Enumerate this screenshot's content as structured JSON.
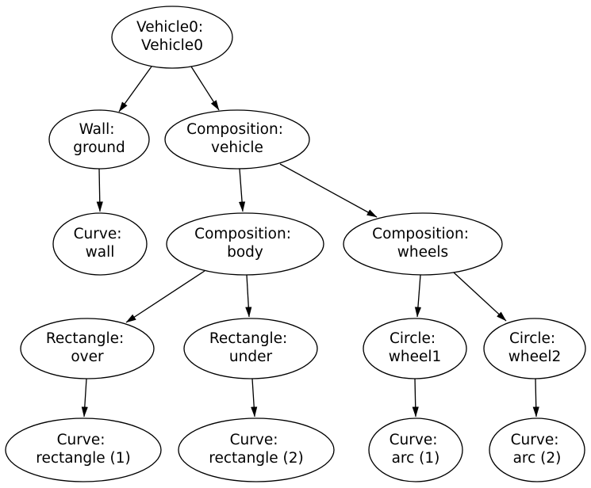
{
  "diagram": {
    "type": "graph",
    "background_color": "#ffffff",
    "node_fill_color": "#ffffff",
    "node_stroke_color": "#000000",
    "edge_color": "#000000",
    "text_color": "#000000",
    "nodes": [
      {
        "id": "vehicle0",
        "label_line1": "Vehicle0:",
        "label_line2": "Vehicle0"
      },
      {
        "id": "wall-ground",
        "label_line1": "Wall:",
        "label_line2": "ground"
      },
      {
        "id": "composition-vehicle",
        "label_line1": "Composition:",
        "label_line2": "vehicle"
      },
      {
        "id": "curve-wall",
        "label_line1": "Curve:",
        "label_line2": "wall"
      },
      {
        "id": "composition-body",
        "label_line1": "Composition:",
        "label_line2": "body"
      },
      {
        "id": "composition-wheels",
        "label_line1": "Composition:",
        "label_line2": "wheels"
      },
      {
        "id": "rectangle-over",
        "label_line1": "Rectangle:",
        "label_line2": "over"
      },
      {
        "id": "rectangle-under",
        "label_line1": "Rectangle:",
        "label_line2": "under"
      },
      {
        "id": "circle-wheel1",
        "label_line1": "Circle:",
        "label_line2": "wheel1"
      },
      {
        "id": "circle-wheel2",
        "label_line1": "Circle:",
        "label_line2": "wheel2"
      },
      {
        "id": "curve-rectangle-1",
        "label_line1": "Curve:",
        "label_line2": "rectangle (1)"
      },
      {
        "id": "curve-rectangle-2",
        "label_line1": "Curve:",
        "label_line2": "rectangle (2)"
      },
      {
        "id": "curve-arc-1",
        "label_line1": "Curve:",
        "label_line2": "arc (1)"
      },
      {
        "id": "curve-arc-2",
        "label_line1": "Curve:",
        "label_line2": "arc (2)"
      }
    ],
    "edges": [
      {
        "from": "vehicle0",
        "to": "wall-ground"
      },
      {
        "from": "vehicle0",
        "to": "composition-vehicle"
      },
      {
        "from": "wall-ground",
        "to": "curve-wall"
      },
      {
        "from": "composition-vehicle",
        "to": "composition-body"
      },
      {
        "from": "composition-vehicle",
        "to": "composition-wheels"
      },
      {
        "from": "composition-body",
        "to": "rectangle-over"
      },
      {
        "from": "composition-body",
        "to": "rectangle-under"
      },
      {
        "from": "composition-wheels",
        "to": "circle-wheel1"
      },
      {
        "from": "composition-wheels",
        "to": "circle-wheel2"
      },
      {
        "from": "rectangle-over",
        "to": "curve-rectangle-1"
      },
      {
        "from": "rectangle-under",
        "to": "curve-rectangle-2"
      },
      {
        "from": "circle-wheel1",
        "to": "curve-arc-1"
      },
      {
        "from": "circle-wheel2",
        "to": "curve-arc-2"
      }
    ]
  }
}
